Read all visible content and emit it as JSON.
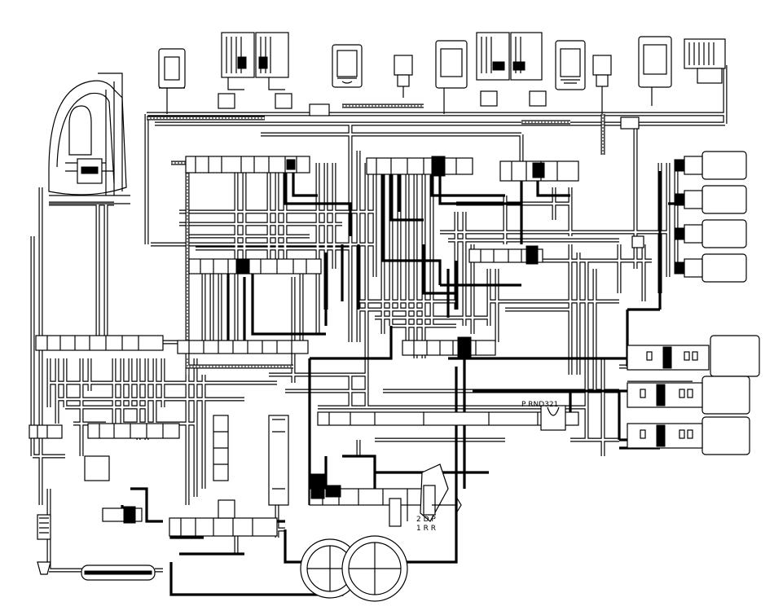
{
  "diagram": {
    "selector_position_label": "P  RND321",
    "lever_label_top": "2  D   P",
    "lever_label_bottom": "1  R  R"
  }
}
